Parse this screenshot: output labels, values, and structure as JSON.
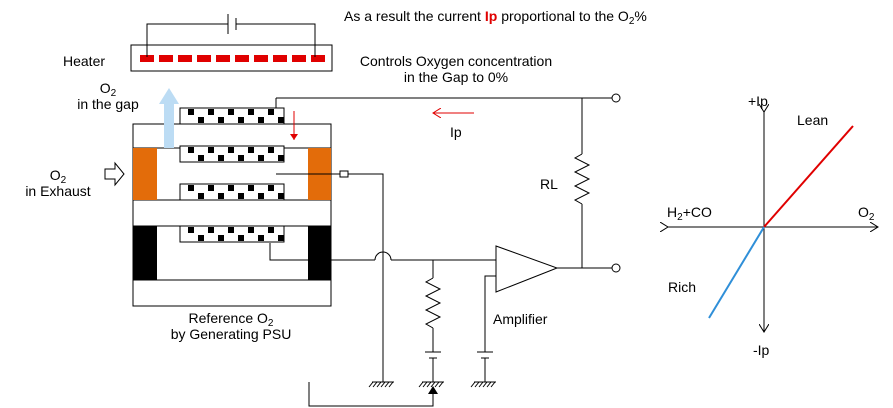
{
  "labels": {
    "result_prefix": "As a result the current",
    "result_ip": "Ip",
    "result_suffix": "proportional to the O",
    "result_sub": "2",
    "result_end": "%",
    "heater": "Heater",
    "controls_line1": "Controls Oxygen concentration",
    "controls_line2": "in the Gap to 0%",
    "o2_gap_o": "O",
    "o2_gap_sub": "2",
    "o2_gap_line2": "in the gap",
    "o2_exh_o": "O",
    "o2_exh_sub": "2",
    "o2_exh_line2": "in Exhaust",
    "ip_current": "Ip",
    "rl": "RL",
    "ref_line1_prefix": "Reference O",
    "ref_line1_sub": "2",
    "ref_line2": "by Generating PSU",
    "amplifier": "Amplifier"
  },
  "graph": {
    "plus_ip": "+Ip",
    "minus_ip": "-Ip",
    "lean": "Lean",
    "rich": "Rich",
    "h2co_prefix": "H",
    "h2co_sub": "2",
    "h2co_suffix": "+CO",
    "o2_prefix": "O",
    "o2_sub": "2"
  },
  "colors": {
    "orange_electrode": "#e36c0a",
    "black_electrode": "#000000",
    "heater_segments": "#e00000",
    "gas_flow_arrow": "#bcdcf4",
    "lean_line": "#e00000",
    "rich_line": "#2f8fd8",
    "current_arrow": "#e00000"
  }
}
